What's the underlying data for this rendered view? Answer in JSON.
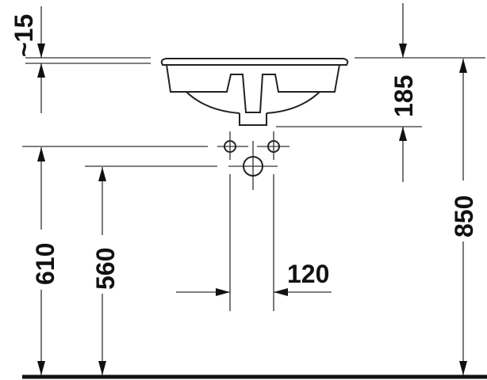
{
  "drawing": {
    "type": "washbasin installation dimension drawing",
    "dimensions": {
      "rim_thickness": "~15",
      "basin_depth": "185",
      "overall_height": "850",
      "supply_height": "610",
      "waste_height": "560",
      "supply_spacing": "120"
    }
  }
}
